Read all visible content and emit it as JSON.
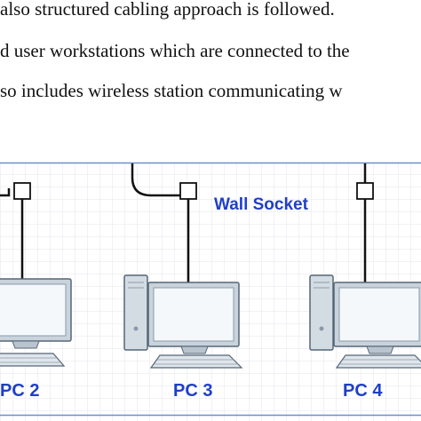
{
  "paragraph": {
    "lines": [
      "also structured cabling approach is followed.",
      "d user workstations which are connected to the",
      "so includes wireless station communicating w"
    ]
  },
  "diagram": {
    "wall_socket_label": "Wall Socket",
    "pcs": [
      {
        "label": "PC 2"
      },
      {
        "label": "PC 3"
      },
      {
        "label": "PC 4"
      }
    ],
    "colors": {
      "label_blue": "#1f3fc8",
      "frame_blue": "#6f8fc9",
      "grid": "#e6e6ec",
      "monitor_fill": "#c9d3dc",
      "screen_fill": "#f4f8fb",
      "outline": "#556677"
    }
  }
}
